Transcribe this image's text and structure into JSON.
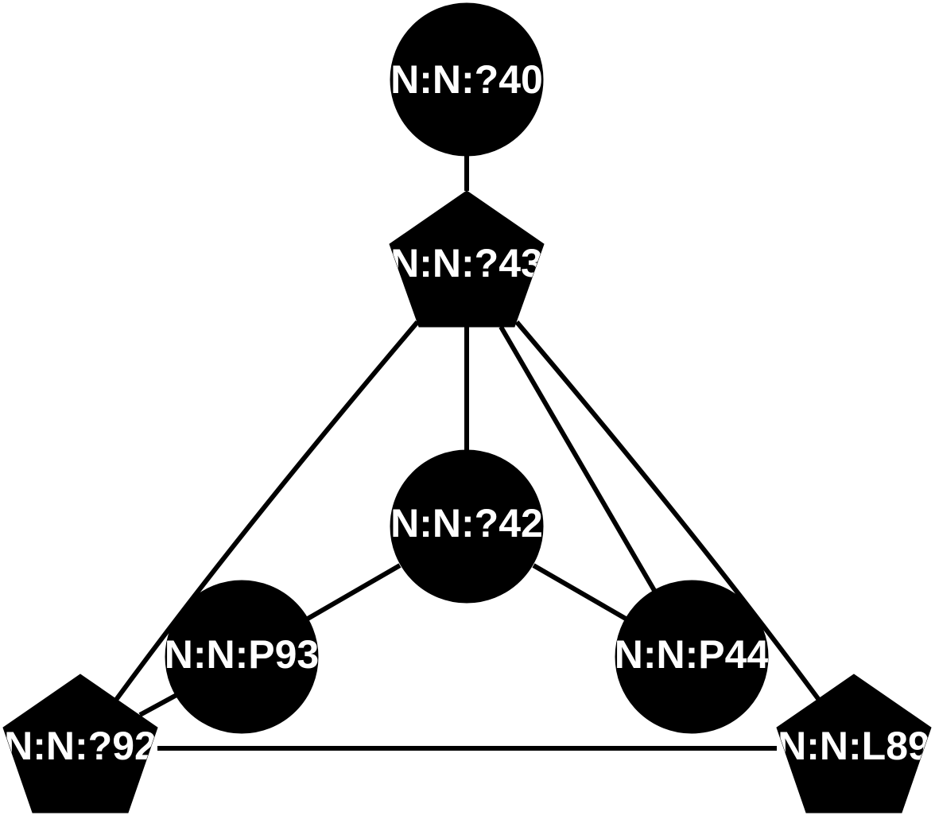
{
  "diagram": {
    "nodes": [
      {
        "id": "n240",
        "label": "N:N:?40",
        "shape": "circle"
      },
      {
        "id": "n243",
        "label": "N:N:?43",
        "shape": "pentagon"
      },
      {
        "id": "n242",
        "label": "N:N:?42",
        "shape": "circle"
      },
      {
        "id": "p93",
        "label": "N:N:P93",
        "shape": "circle"
      },
      {
        "id": "p44",
        "label": "N:N:P44",
        "shape": "circle"
      },
      {
        "id": "n292",
        "label": "N:N:?92",
        "shape": "pentagon"
      },
      {
        "id": "l89",
        "label": "N:N:L89",
        "shape": "pentagon"
      }
    ],
    "edges": [
      {
        "from": "n240",
        "to": "n243"
      },
      {
        "from": "n243",
        "to": "n242"
      },
      {
        "from": "n243",
        "to": "n292"
      },
      {
        "from": "n243",
        "to": "l89"
      },
      {
        "from": "n243",
        "to": "p44"
      },
      {
        "from": "n242",
        "to": "p93"
      },
      {
        "from": "n242",
        "to": "p44"
      },
      {
        "from": "p93",
        "to": "n292"
      },
      {
        "from": "n292",
        "to": "l89"
      }
    ],
    "colors": {
      "node_fill": "#000000",
      "label": "#ffffff",
      "edge": "#000000",
      "background": "#ffffff"
    }
  }
}
